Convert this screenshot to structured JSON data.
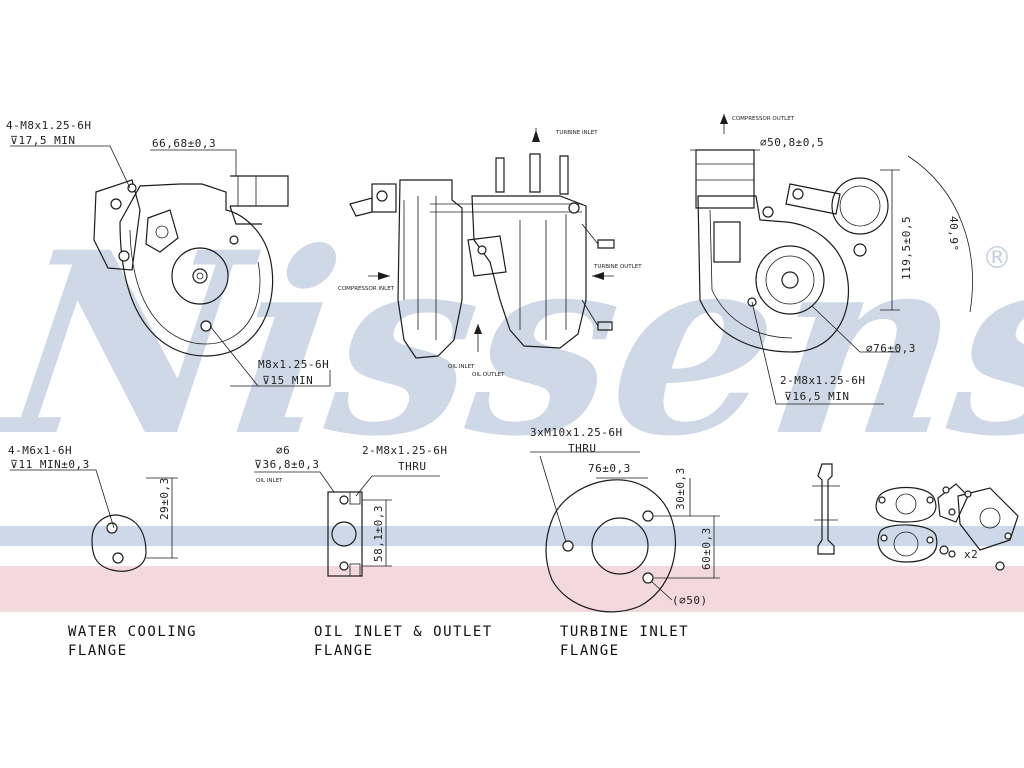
{
  "watermark": {
    "brand": "Nissens",
    "registered": "®"
  },
  "colors": {
    "band_blue": "#cdd9e8",
    "band_pink": "#f3d9de",
    "watermark": "#c6d2e2",
    "line": "#1c1c1c"
  },
  "views": {
    "front": {
      "note1_line1": "4-M8x1.25-6H",
      "note1_line2": "⊽17,5 MIN",
      "dim_width": "66,68±0,3",
      "note2_line1": "M8x1.25-6H",
      "note2_line2": "⊽15 MIN"
    },
    "side": {
      "turbine_inlet": "TURBINE INLET",
      "compressor_inlet": "COMPRESSOR INLET",
      "turbine_outlet": "TURBINE OUTLET",
      "oil_inlet": "OIL INLET",
      "oil_outlet": "OIL OUTLET"
    },
    "rear": {
      "compressor_outlet": "COMPRESSOR OUTLET",
      "dim_outlet": "⌀50,8±0,5",
      "dim_angle": "40,9°",
      "dim_height": "119,5±0,5",
      "dim_bore": "⌀76±0,3",
      "note_line1": "2-M8x1.25-6H",
      "note_line2": "⊽16,5 MIN"
    }
  },
  "flanges": {
    "water": {
      "note_line1": "4-M6x1-6H",
      "note_line2": "⊽11 MIN±0,3",
      "dim_height": "29±0,3",
      "caption_line1": "WATER COOLING",
      "caption_line2": "FLANGE"
    },
    "oil": {
      "dim_dia": "⌀6",
      "dim_depth": "⊽36,8±0,3",
      "oil_inlet": "OIL INLET",
      "note_line1": "2-M8x1.25-6H",
      "note_line2": "THRU",
      "dim_height": "58,1±0,3",
      "caption_line1": "OIL INLET & OUTLET",
      "caption_line2": "FLANGE"
    },
    "turbine": {
      "note_line1": "3xM10x1.25-6H",
      "note_line2": "THRU",
      "dim_width": "76±0,3",
      "dim_v1": "30±0,3",
      "dim_v2": "60±0,3",
      "dim_bore": "(⌀50)",
      "caption_line1": "TURBINE INLET",
      "caption_line2": "FLANGE"
    },
    "gaskets": {
      "qty_label": "x2"
    }
  }
}
